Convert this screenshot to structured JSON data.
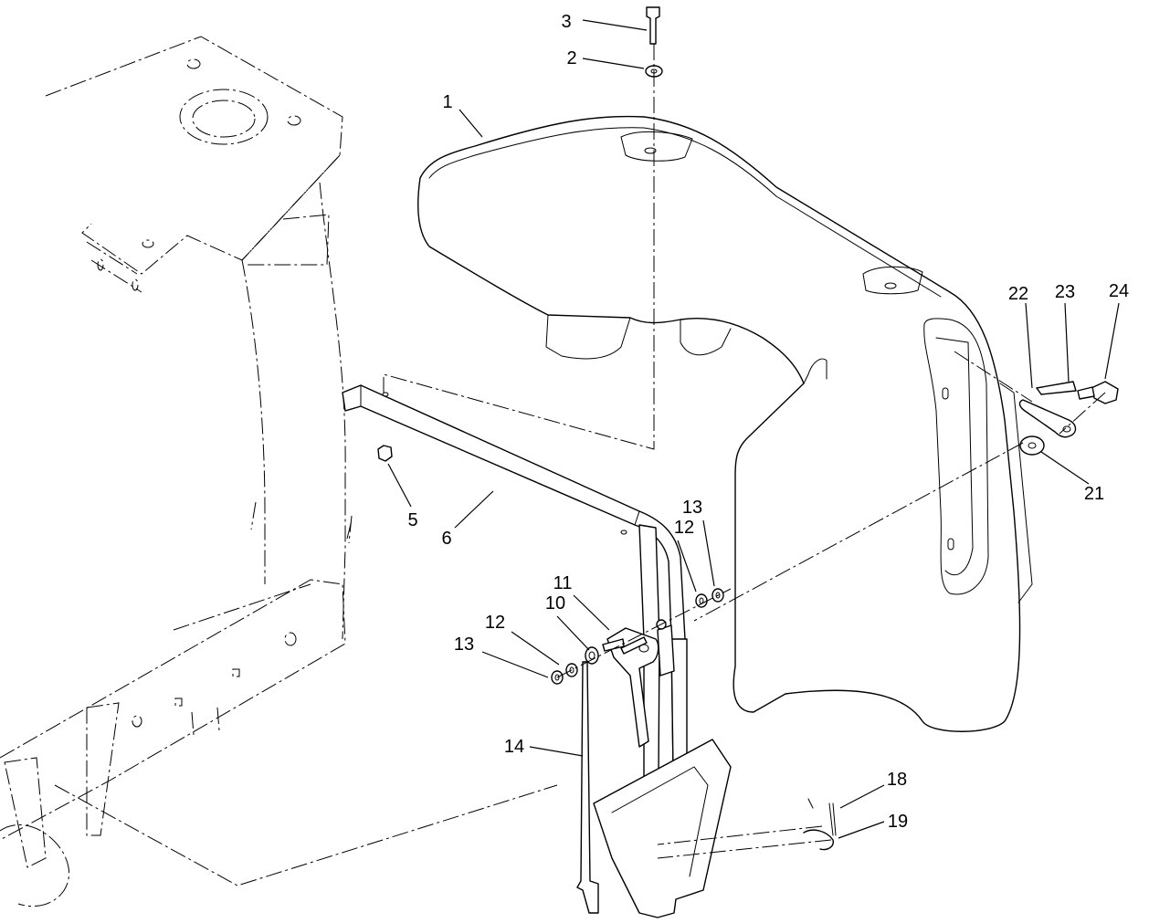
{
  "callouts": [
    {
      "id": "1",
      "label": "1"
    },
    {
      "id": "2",
      "label": "2"
    },
    {
      "id": "3",
      "label": "3"
    },
    {
      "id": "5",
      "label": "5"
    },
    {
      "id": "6",
      "label": "6"
    },
    {
      "id": "10",
      "label": "10"
    },
    {
      "id": "11",
      "label": "11"
    },
    {
      "id": "12a",
      "label": "12"
    },
    {
      "id": "12b",
      "label": "12"
    },
    {
      "id": "13a",
      "label": "13"
    },
    {
      "id": "13b",
      "label": "13"
    },
    {
      "id": "14",
      "label": "14"
    },
    {
      "id": "18",
      "label": "18"
    },
    {
      "id": "19",
      "label": "19"
    },
    {
      "id": "21",
      "label": "21"
    },
    {
      "id": "22",
      "label": "22"
    },
    {
      "id": "23",
      "label": "23"
    },
    {
      "id": "24",
      "label": "24"
    }
  ]
}
